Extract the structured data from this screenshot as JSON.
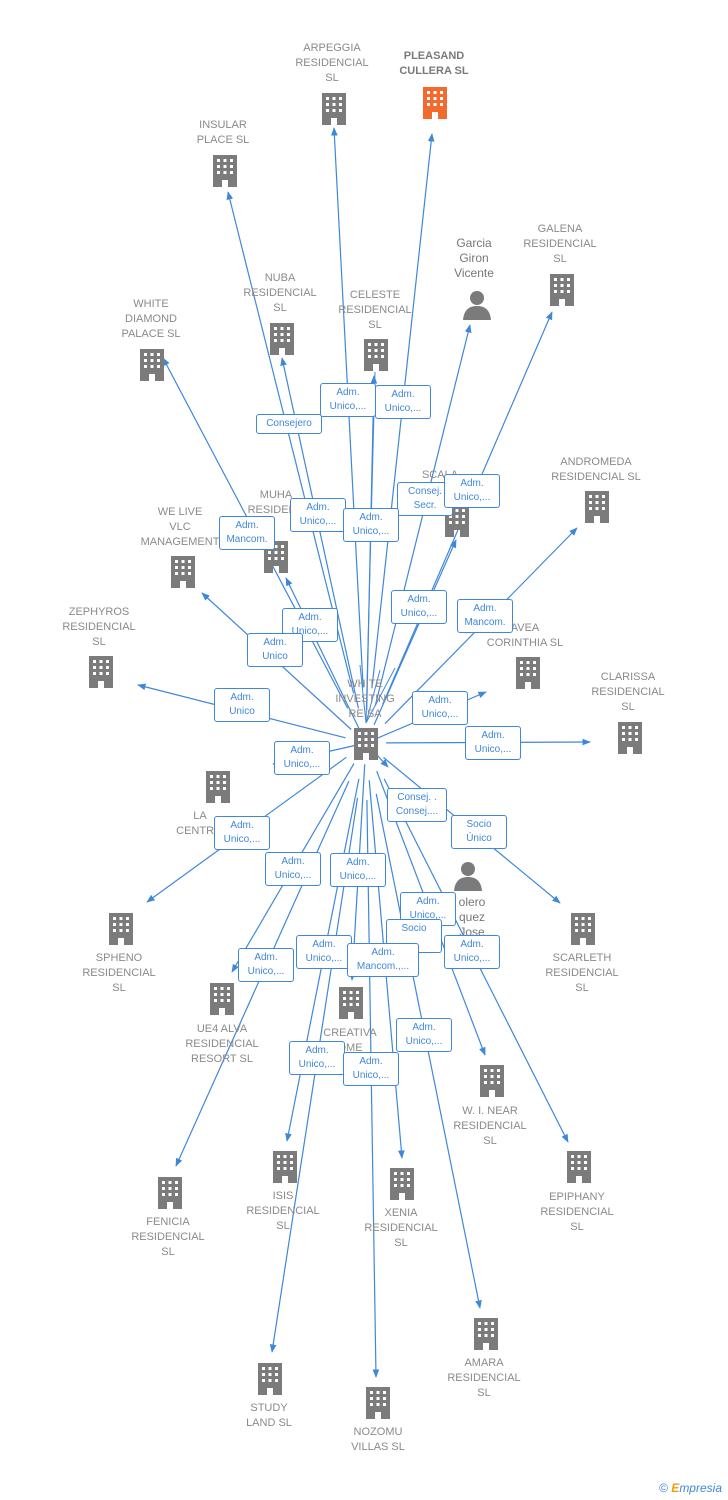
{
  "colors": {
    "edge": "#3f87d9",
    "building": "#7b7b7b",
    "focus_building": "#f26a2e",
    "person": "#7b7b7b"
  },
  "center": {
    "name": "WHITE\nINVESTING\nRE SA",
    "icon": "building-icon"
  },
  "nodes": [
    {
      "id": "arpeggia",
      "name": "ARPEGGIA\nRESIDENCIAL\nSL",
      "type": "company"
    },
    {
      "id": "pleasand",
      "name": "PLEASAND\nCULLERA  SL",
      "type": "focus"
    },
    {
      "id": "insular",
      "name": "INSULAR\nPLACE  SL",
      "type": "company"
    },
    {
      "id": "galena",
      "name": "GALENA\nRESIDENCIAL\nSL",
      "type": "company"
    },
    {
      "id": "garcia",
      "name": "Garcia\nGiron\nVicente",
      "type": "person"
    },
    {
      "id": "nuba",
      "name": "NUBA\nRESIDENCIAL\nSL",
      "type": "company"
    },
    {
      "id": "celeste",
      "name": "CELESTE\nRESIDENCIAL\nSL",
      "type": "company"
    },
    {
      "id": "white_diamond",
      "name": "WHITE\nDIAMOND\nPALACE  SL",
      "type": "company"
    },
    {
      "id": "andromeda",
      "name": "ANDROMEDA\nRESIDENCIAL SL",
      "type": "company"
    },
    {
      "id": "scala",
      "name": "SCALA",
      "type": "company"
    },
    {
      "id": "muha",
      "name": "MUHA\nRESIDENC",
      "type": "company"
    },
    {
      "id": "welive",
      "name": "WE LIVE\nVLC\nMANAGEMENT",
      "type": "company"
    },
    {
      "id": "zephyros",
      "name": "ZEPHYROS\nRESIDENCIAL\nSL",
      "type": "company"
    },
    {
      "id": "avea",
      "name": "AVEA\nCORINTHIA  SL",
      "type": "company"
    },
    {
      "id": "clarissa",
      "name": "CLARISSA\nRESIDENCIAL\nSL",
      "type": "company"
    },
    {
      "id": "centrif",
      "name": "LA\nCENTRIF",
      "type": "company"
    },
    {
      "id": "solero",
      "name": "olero\nquez\nJose",
      "type": "person"
    },
    {
      "id": "spheno",
      "name": "SPHENO\nRESIDENCIAL\nSL",
      "type": "company"
    },
    {
      "id": "scarleth",
      "name": "SCARLETH\nRESIDENCIAL\nSL",
      "type": "company"
    },
    {
      "id": "ue4",
      "name": "UE4  ALVA\nRESIDENCIAL\nRESORT  SL",
      "type": "company"
    },
    {
      "id": "creativa",
      "name": "CREATIVA\nOME",
      "type": "company"
    },
    {
      "id": "wnear",
      "name": "W.  I. NEAR\nRESIDENCIAL\nSL",
      "type": "company"
    },
    {
      "id": "fenicia",
      "name": "FENICIA\nRESIDENCIAL\nSL",
      "type": "company"
    },
    {
      "id": "isis",
      "name": "ISIS\nRESIDENCIAL\nSL",
      "type": "company"
    },
    {
      "id": "xenia",
      "name": "XENIA\nRESIDENCIAL\nSL",
      "type": "company"
    },
    {
      "id": "epiphany",
      "name": "EPIPHANY\nRESIDENCIAL\nSL",
      "type": "company"
    },
    {
      "id": "amara",
      "name": "AMARA\nRESIDENCIAL\nSL",
      "type": "company"
    },
    {
      "id": "study",
      "name": "STUDY\nLAND  SL",
      "type": "company"
    },
    {
      "id": "nozomu",
      "name": "NOZOMU\nVILLAS  SL",
      "type": "company"
    }
  ],
  "edge_labels": [
    "Consejero",
    "Adm.\nUnico,...",
    "Adm.\nUnico,...",
    "Consej.\nSecr.",
    "Adm.\nUnico,...",
    "Adm.\nUnico,...",
    "Adm.\nUnico,...",
    "Adm.\nMancom.",
    "Adm.\nUnico,...",
    "Adm.\nMancom.",
    "Adm.\nUnico,...",
    "Adm.\nUnico",
    "Adm.\nUnico",
    "Adm.\nUnico,...",
    "Adm.\nUnico,...",
    "Adm.\nUnico,...",
    "Consej. .\nConsej....",
    "Socio\nÚnico",
    "Adm.\nUnico,...",
    "Adm.\nUnico,...",
    "Adm.\nUnico,...",
    "Adm.\nUnico,...",
    "Socio\n...",
    "Adm.\nUnico,...",
    "Adm.\nUnico,...",
    "Adm.\nMancom.,...",
    "Adm.\nUnico,...",
    "Adm.\nUnico,...",
    "Adm.\nUnico,...",
    "Adm.\nUnico,..."
  ],
  "footer": {
    "copyright": "©",
    "brand_e": "E",
    "brand_rest": "mpresia"
  }
}
